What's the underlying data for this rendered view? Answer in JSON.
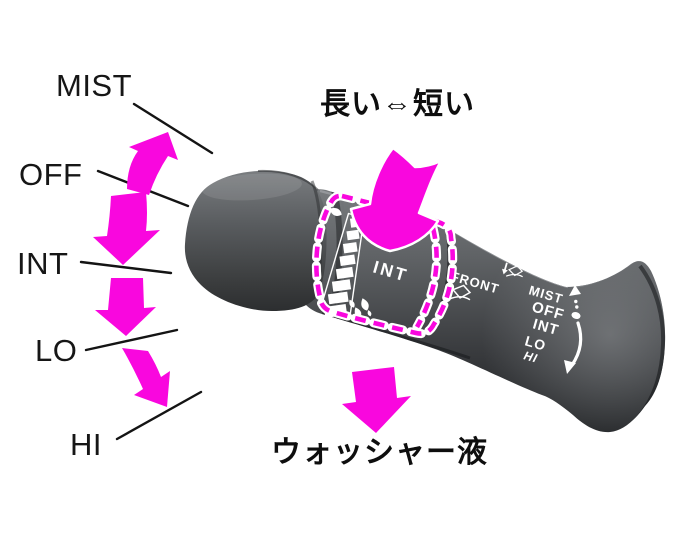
{
  "colors": {
    "magenta": "#F907DE",
    "ink": "#141414",
    "stalk_gray": "#5f6265",
    "marking_white": "#ffffff"
  },
  "left_labels": [
    "MIST",
    "OFF",
    "INT",
    "LO",
    "HI"
  ],
  "annotations": {
    "collar_rotate": "長い⇔短い",
    "washer": "ウォッシャー液"
  },
  "stalk": {
    "collar_setting": "INT",
    "front_label": "FRONT",
    "markings": [
      "MIST",
      "OFF",
      "INT",
      "LO",
      "HI"
    ]
  }
}
